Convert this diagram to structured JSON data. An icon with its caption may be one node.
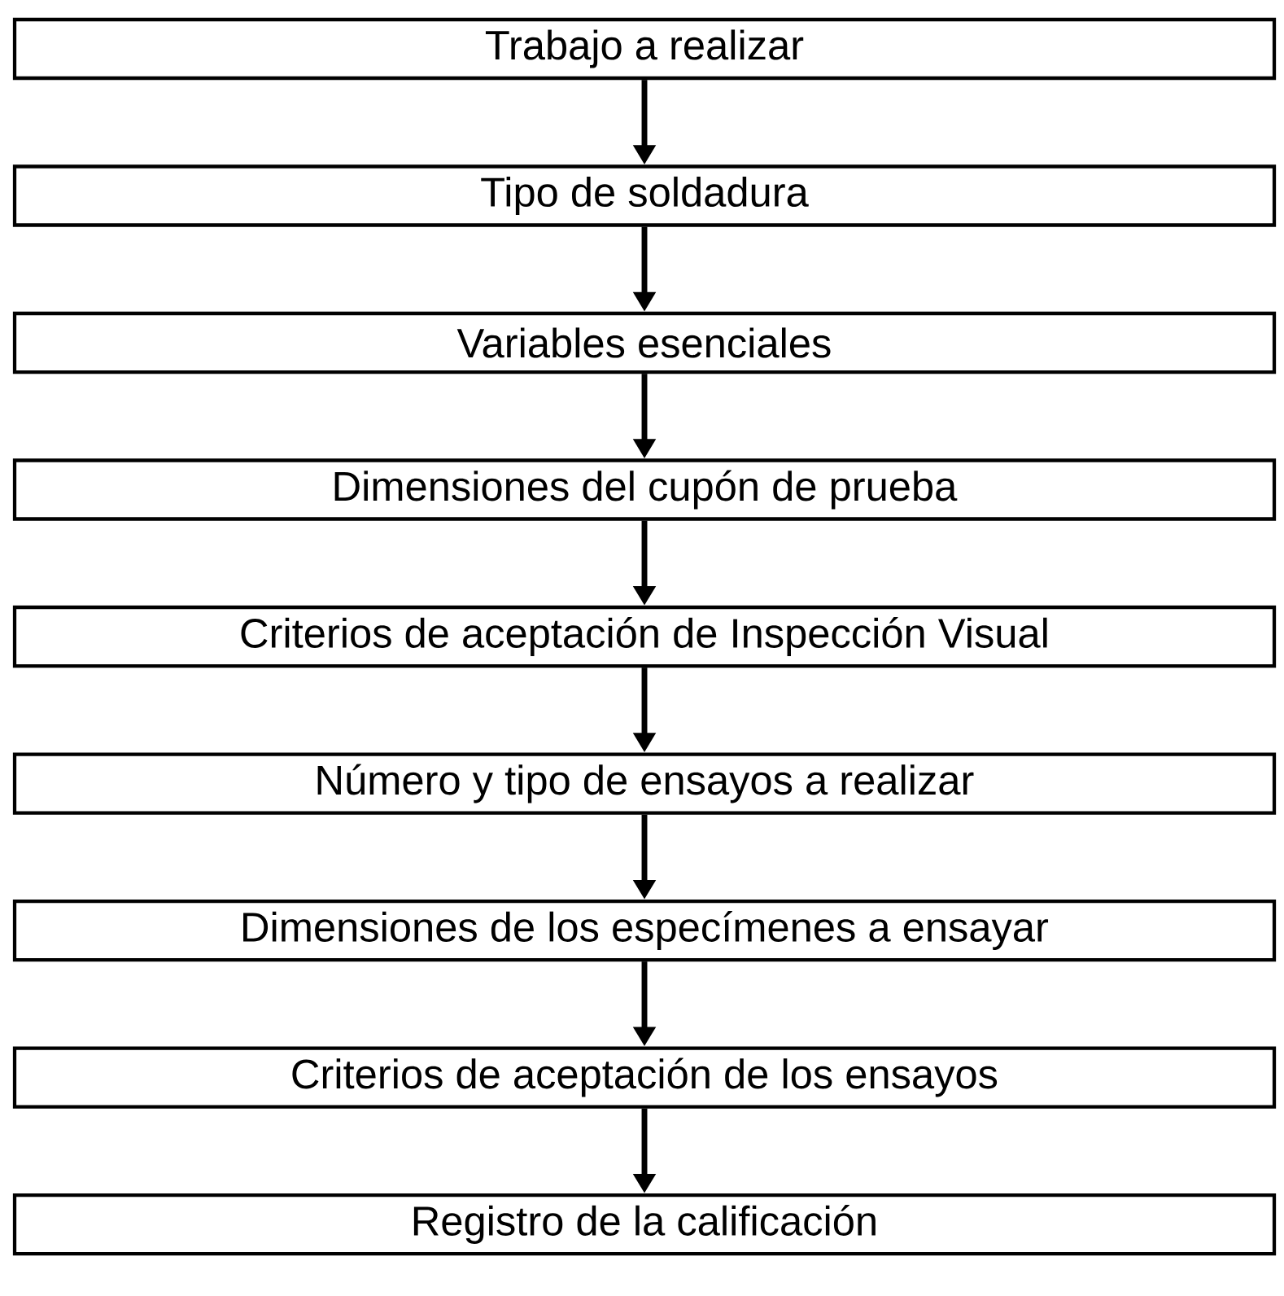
{
  "diagram": {
    "nodes": [
      {
        "text": [
          "Trabajo a realizar"
        ]
      },
      {
        "text": [
          "Tipo de soldadura"
        ]
      },
      {
        "text": [
          "Variables esenciales"
        ]
      },
      {
        "text": [
          "Dimensiones del cupón de prueba"
        ]
      },
      {
        "text": [
          "Criterios de aceptación de Inspección Visual"
        ]
      },
      {
        "text": [
          "Número y tipo de ensayos a realizar"
        ]
      },
      {
        "text": [
          "Dimensiones de los especímenes a ensayar"
        ]
      },
      {
        "text": [
          "Criterios de aceptación de los ensayos"
        ]
      },
      {
        "text": [
          "Registro de la calificación"
        ]
      }
    ],
    "edges": [
      {
        "from": 0,
        "to": 1,
        "arrow": "to"
      },
      {
        "from": 1,
        "to": 2,
        "arrow": "to"
      },
      {
        "from": 2,
        "to": 3,
        "arrow": "to"
      },
      {
        "from": 3,
        "to": 4,
        "arrow": "to"
      },
      {
        "from": 4,
        "to": 5,
        "arrow": "to"
      },
      {
        "from": 5,
        "to": 6,
        "arrow": "to"
      },
      {
        "from": 6,
        "to": 7,
        "arrow": "to"
      },
      {
        "from": 7,
        "to": 8,
        "arrow": "to"
      }
    ]
  }
}
